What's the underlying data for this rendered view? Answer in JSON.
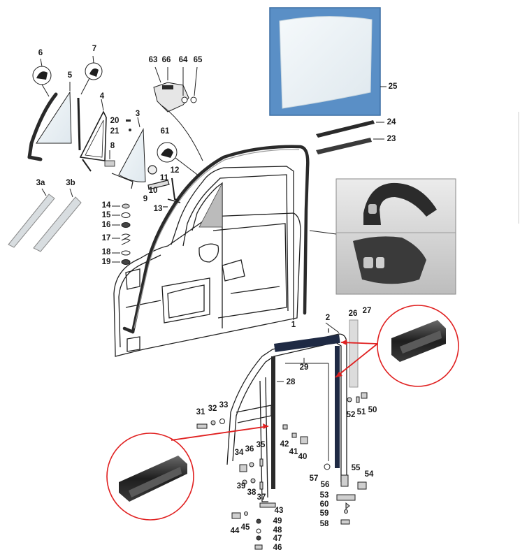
{
  "labels": {
    "p1": "1",
    "p2": "2",
    "p3": "3",
    "p3a": "3a",
    "p3b": "3b",
    "p4": "4",
    "p5": "5",
    "p6": "6",
    "p7": "7",
    "p8": "8",
    "p9": "9",
    "p10": "10",
    "p11": "11",
    "p12": "12",
    "p13": "13",
    "p14": "14",
    "p15": "15",
    "p16": "16",
    "p17": "17",
    "p18": "18",
    "p19": "19",
    "p20": "20",
    "p21": "21",
    "p23": "23",
    "p24": "24",
    "p25": "25",
    "p26": "26",
    "p27": "27",
    "p28": "28",
    "p29": "29",
    "p31": "31",
    "p32": "32",
    "p33": "33",
    "p34": "34",
    "p35": "35",
    "p36": "36",
    "p37": "37",
    "p38": "38",
    "p39": "39",
    "p40": "40",
    "p41": "41",
    "p42": "42",
    "p43": "43",
    "p44": "44",
    "p45": "45",
    "p46": "46",
    "p47": "47",
    "p48": "48",
    "p49": "49",
    "p50": "50",
    "p51": "51",
    "p52": "52",
    "p53": "53",
    "p54": "54",
    "p55": "55",
    "p56": "56",
    "p57": "57",
    "p58": "58",
    "p59": "59",
    "p60": "60",
    "p61": "61",
    "p63": "63",
    "p64": "64",
    "p65": "65",
    "p66": "66"
  },
  "colors": {
    "line": "#1f1f1f",
    "callout_red": "#e02020",
    "photo_frame": "#4a7bb0",
    "glass": "#e8f0f4"
  }
}
